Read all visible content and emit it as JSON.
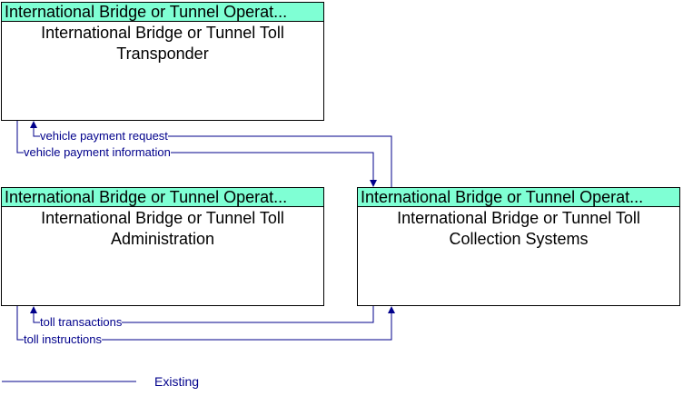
{
  "colors": {
    "header_bg": "#7fffd4",
    "flow": "#00008b",
    "flow_text": "#00008b",
    "box_border": "#000000"
  },
  "nodes": {
    "transponder": {
      "header": "International Bridge or Tunnel Operat...",
      "line1": "International Bridge or Tunnel Toll",
      "line2": "Transponder"
    },
    "administration": {
      "header": "International Bridge or Tunnel Operat...",
      "line1": "International Bridge or Tunnel Toll",
      "line2": "Administration"
    },
    "collection": {
      "header": "International Bridge or Tunnel Operat...",
      "line1": "International Bridge or Tunnel Toll",
      "line2": "Collection Systems"
    }
  },
  "flows": {
    "vehicle_payment_request": "vehicle payment request",
    "vehicle_payment_information": "vehicle payment information",
    "toll_transactions": "toll transactions",
    "toll_instructions": "toll instructions"
  },
  "legend": {
    "existing": "Existing"
  }
}
